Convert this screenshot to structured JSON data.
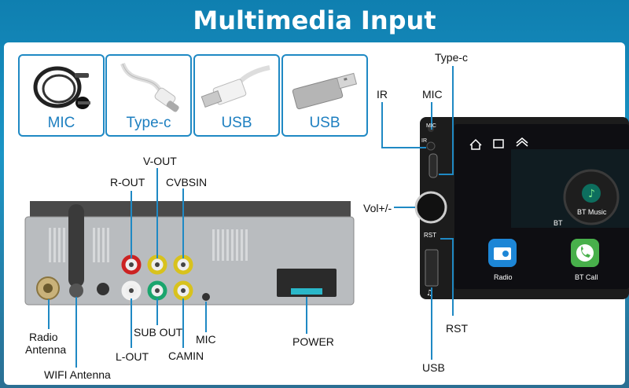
{
  "title": "Multimedia Input",
  "cards": [
    {
      "label": "MIC",
      "icon": "microphone-cable-icon"
    },
    {
      "label": "Type-c",
      "icon": "type-c-cable-icon"
    },
    {
      "label": "USB",
      "icon": "usb-cable-icon"
    },
    {
      "label": "USB",
      "icon": "usb-flash-drive-icon"
    }
  ],
  "rear_labels": {
    "v_out": "V-OUT",
    "r_out": "R-OUT",
    "cvbsin": "CVBSIN",
    "radio_antenna_1": "Radio",
    "radio_antenna_2": "Antenna",
    "sub_out": "SUB OUT",
    "mic": "MIC",
    "l_out": "L-OUT",
    "camin": "CAMIN",
    "power": "POWER",
    "wifi_antenna": "WIFI Antenna"
  },
  "front_labels": {
    "type_c": "Type-c",
    "ir": "IR",
    "mic": "MIC",
    "vol": "Vol+/-",
    "rst": "RST",
    "usb": "USB"
  },
  "device_marks": {
    "mic": "MIC",
    "ir": "IR",
    "rst": "RST"
  },
  "screen": {
    "bt_music": "BT Music",
    "bt": "BT",
    "radio": "Radio",
    "bt_call": "BT Call"
  },
  "colors": {
    "accent": "#1f89c4",
    "banner": "#1589bd"
  }
}
